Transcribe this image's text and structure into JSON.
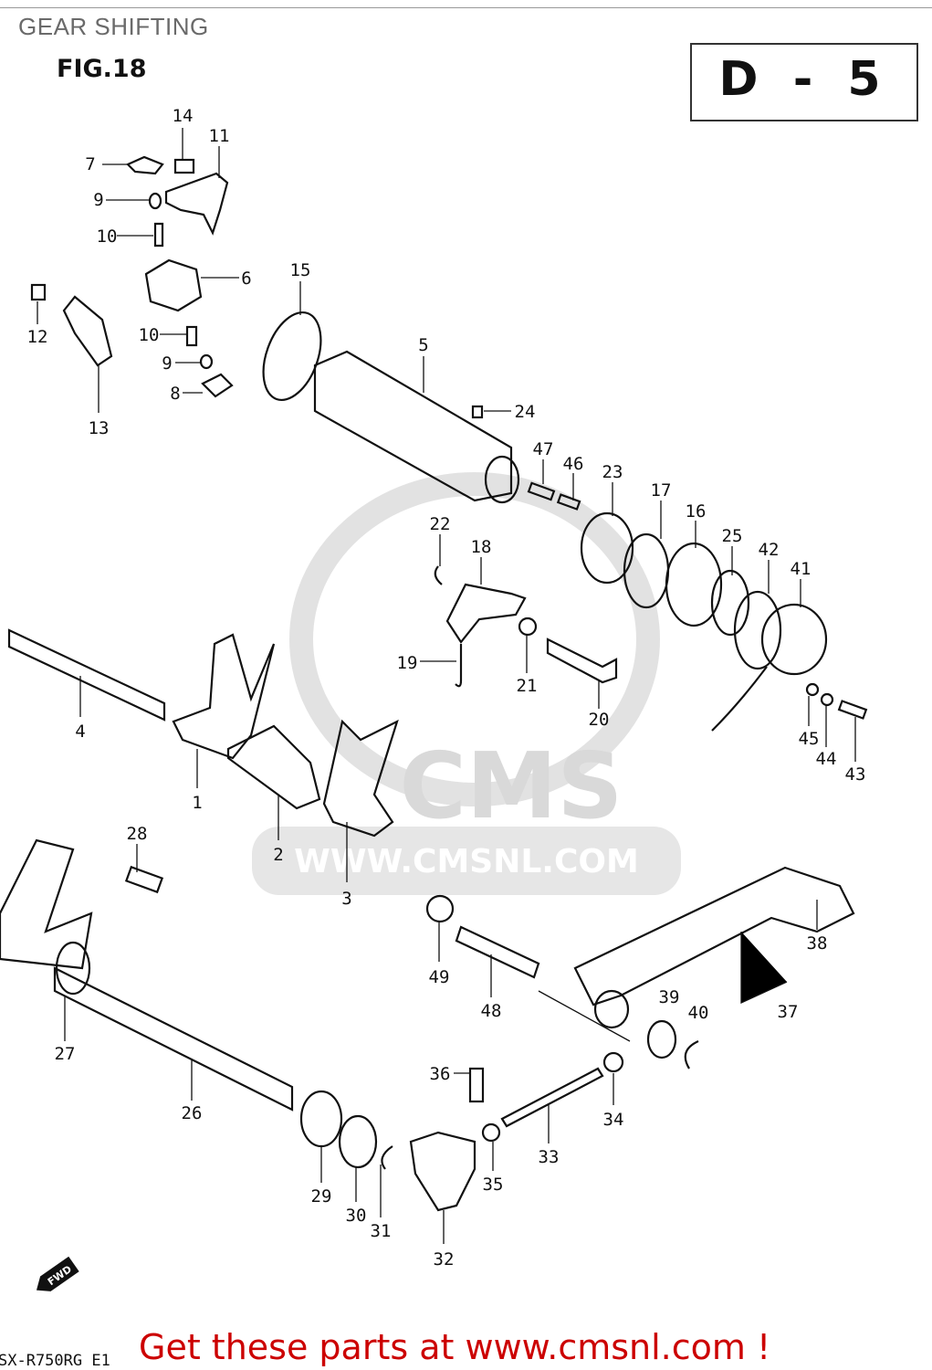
{
  "header": {
    "title": "GEAR SHIFTING",
    "figure": "FIG.18",
    "sheet_code": "D - 5"
  },
  "watermark": {
    "logo_text": "CMS",
    "url": "WWW.CMSNL.COM"
  },
  "fwd_marker": "FWD",
  "footer": {
    "model_code": "SX-R750RG E1",
    "call_to_action": "Get these parts at www.cmsnl.com !"
  },
  "callouts": [
    "14",
    "11",
    "7",
    "9",
    "10",
    "6",
    "15",
    "12",
    "10",
    "5",
    "9",
    "8",
    "13",
    "24",
    "47",
    "46",
    "23",
    "17",
    "16",
    "22",
    "18",
    "25",
    "42",
    "41",
    "19",
    "21",
    "4",
    "20",
    "45",
    "44",
    "43",
    "1",
    "28",
    "2",
    "3",
    "38",
    "49",
    "48",
    "39",
    "40",
    "37",
    "27",
    "36",
    "26",
    "34",
    "33",
    "35",
    "29",
    "30",
    "31",
    "32"
  ],
  "colors": {
    "cta": "#cc0000",
    "title": "#6a6a6a",
    "watermark": "#d9d9d9"
  }
}
